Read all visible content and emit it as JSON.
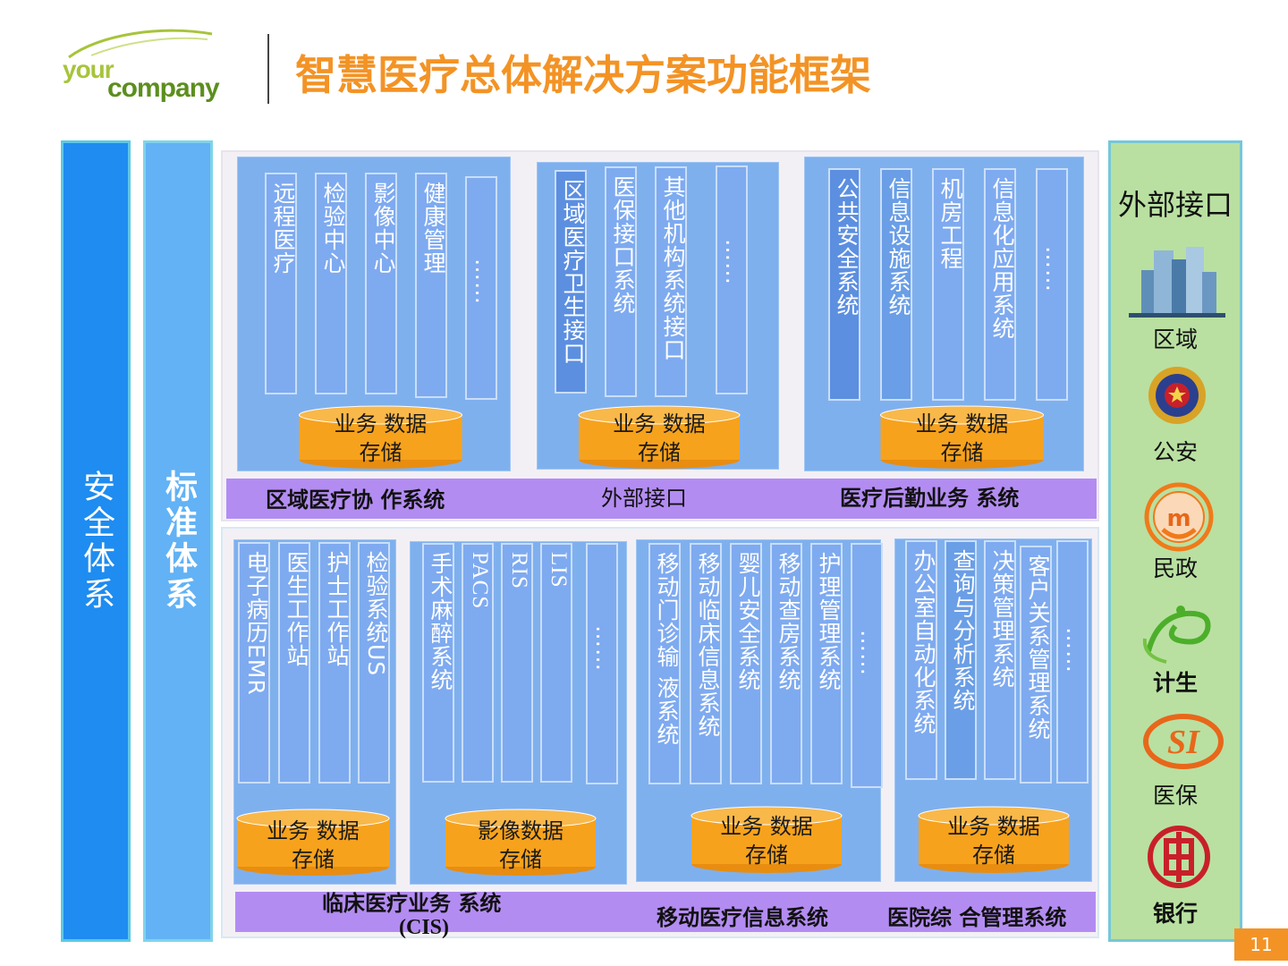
{
  "header": {
    "logo_line1": "your",
    "logo_line2": "company",
    "title": "智慧医疗总体解决方案功能框架"
  },
  "side_columns": {
    "security": "安全体系",
    "standard": "标准体系"
  },
  "top_section": {
    "groups": [
      {
        "bars": [
          "远程医疗",
          "检验中心",
          "影像中心",
          "健康管理",
          "……"
        ],
        "storage": [
          "业务 数据",
          "存储"
        ]
      },
      {
        "bars": [
          "区域医疗卫生接口",
          "医保接口系统",
          "其他机构系统接口",
          "……"
        ],
        "storage": [
          "业务 数据",
          "存储"
        ]
      },
      {
        "bars": [
          "公共安全系统",
          "信息设施系统",
          "机房工程",
          "信息化应用系统",
          "……"
        ],
        "storage": [
          "业务 数据",
          "存储"
        ]
      }
    ],
    "system_labels": [
      "区域医疗协 作系统",
      "外部接口",
      "医疗后勤业务 系统"
    ]
  },
  "bottom_section": {
    "groups": [
      {
        "bars": [
          "电子病历EMR",
          "医生工作站",
          "护士工作站",
          "检验系统US"
        ],
        "storage": [
          "业务 数据",
          "存储"
        ]
      },
      {
        "bars": [
          "手术麻醉系统",
          "PACS",
          "RIS",
          "LIS",
          "……"
        ],
        "storage": [
          "影像数据",
          "存储"
        ]
      },
      {
        "bars": [
          "移动门诊输 液系统",
          "移动临床信息系统",
          "婴儿安全系统",
          "移动查房系统",
          "护理管理系统",
          "……"
        ],
        "storage": [
          "业务 数据",
          "存储"
        ]
      },
      {
        "bars": [
          "办公室自动化系统",
          "查询与分析系统",
          "决策管理系统",
          "客户关系管理系统",
          "……"
        ],
        "storage": [
          "业务 数据",
          "存储"
        ]
      }
    ],
    "system_labels": [
      "临床医疗业务 系统",
      "(CIS)",
      "移动医疗信息系统",
      "医院综 合管理系统"
    ]
  },
  "external": {
    "title": "外部接口",
    "items": [
      {
        "label": "区域",
        "icon": "buildings-icon"
      },
      {
        "label": "公安",
        "icon": "police-emblem-icon"
      },
      {
        "label": "民政",
        "icon": "civil-affairs-icon"
      },
      {
        "label": "计生",
        "icon": "family-planning-icon"
      },
      {
        "label": "医保",
        "icon": "social-insurance-icon"
      },
      {
        "label": "银行",
        "icon": "bank-icon"
      }
    ]
  },
  "page_number": "11",
  "colors": {
    "title_orange": "#f39325",
    "security_blue": "#1e8cf0",
    "standard_blue": "#62b2f5",
    "bar_blue": "#7eaaf0",
    "system_purple": "#b38cf2",
    "storage_orange": "#f7a21c",
    "external_green": "#b9e0a1"
  }
}
